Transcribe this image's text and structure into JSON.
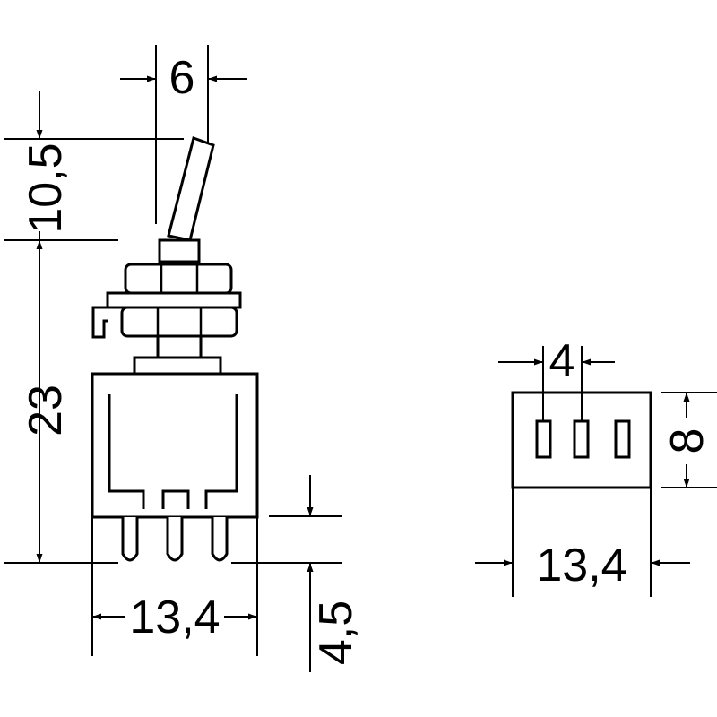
{
  "diagram": {
    "dimensions": {
      "lever_width": "6",
      "lever_height": "10,5",
      "body_height": "23",
      "body_width": "13,4",
      "pin_length": "4,5",
      "pin_pitch": "4",
      "base_width": "13,4",
      "base_depth": "8"
    },
    "colors": {
      "line": "#000000",
      "body_fill": "#ffffff"
    }
  }
}
